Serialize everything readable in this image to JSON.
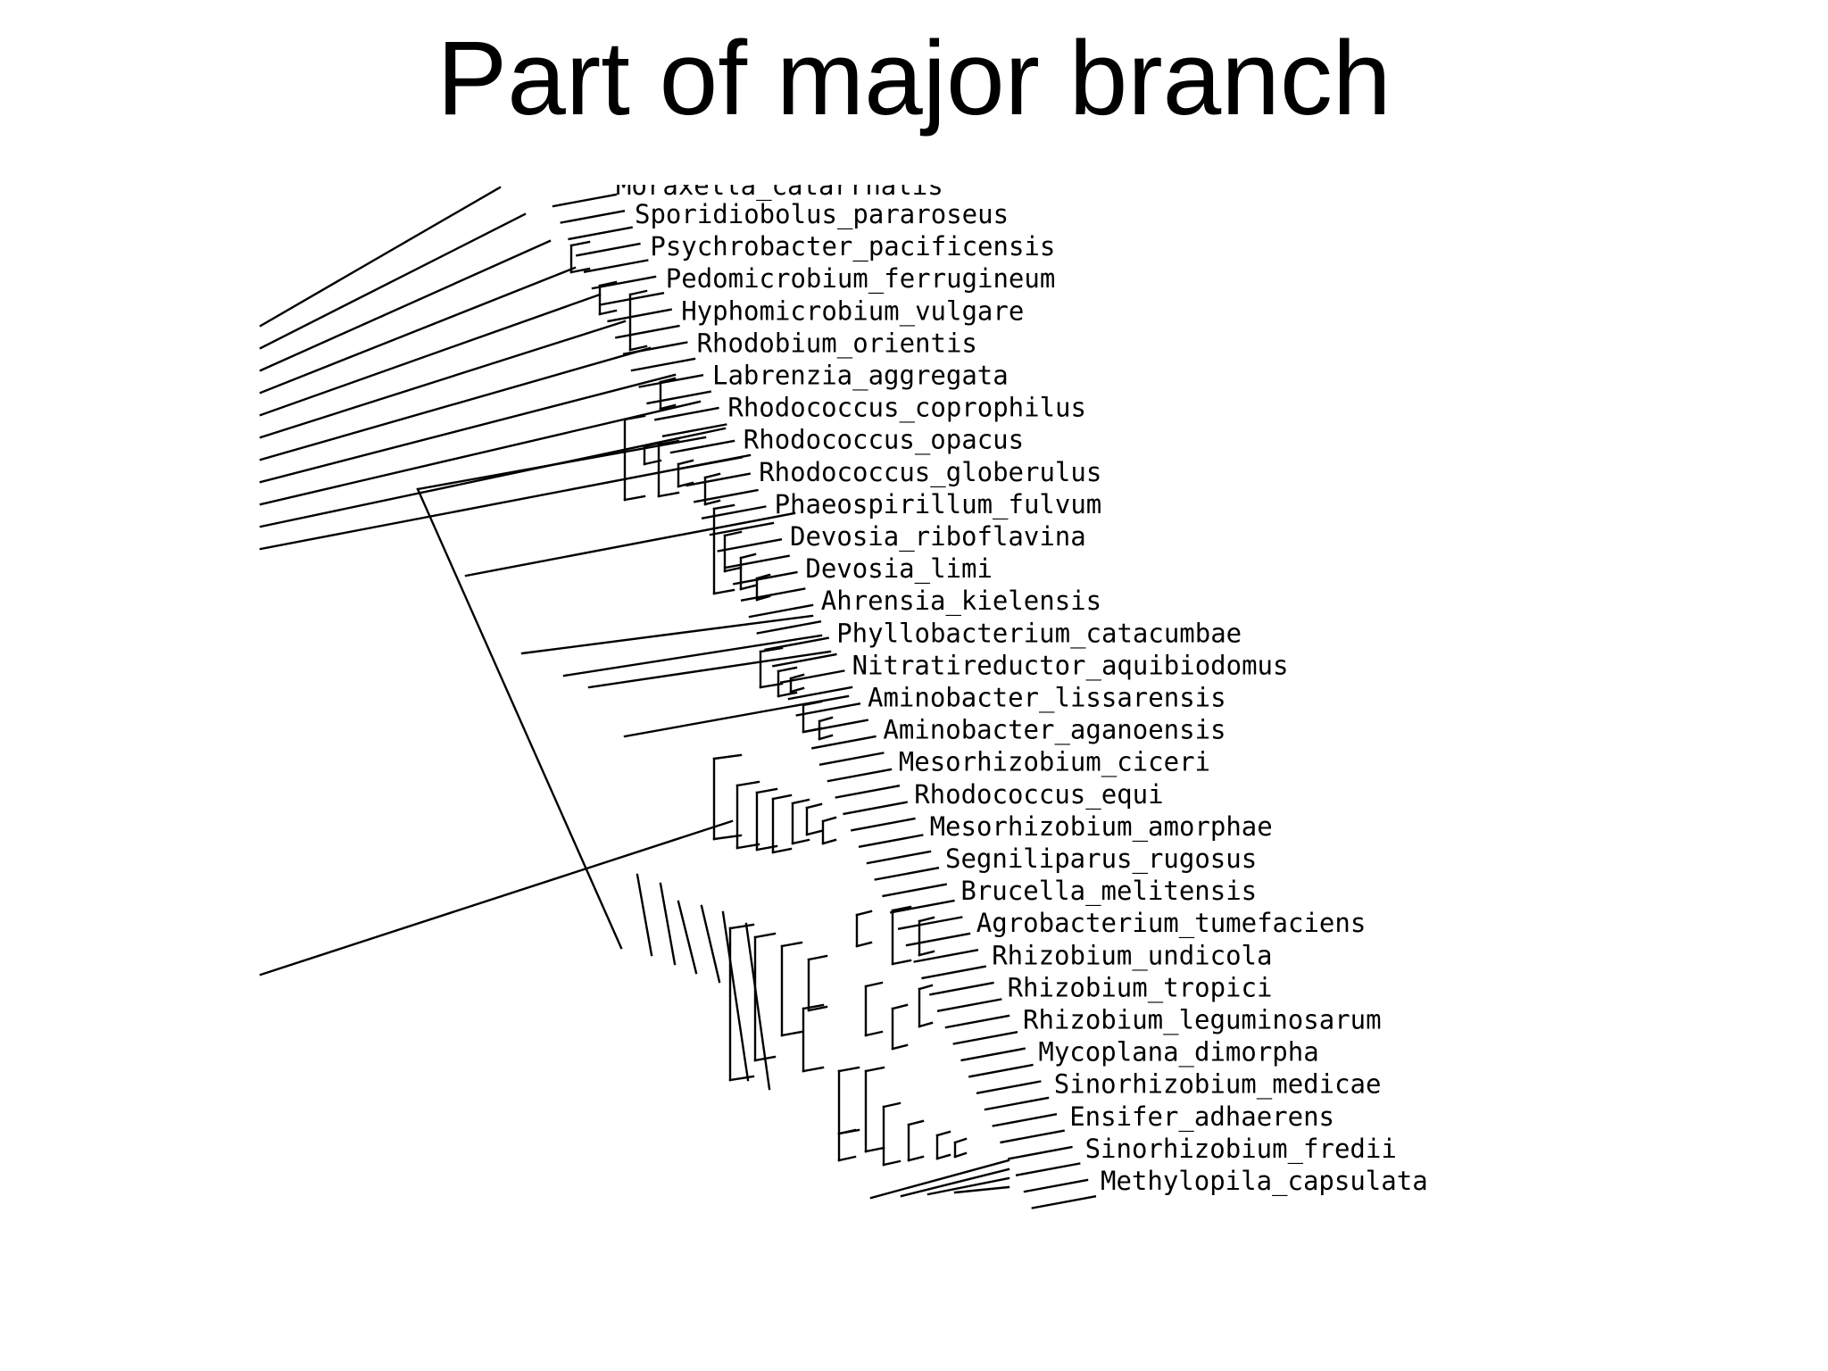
{
  "slide": {
    "title": "Part of major branch"
  },
  "diagram": {
    "type": "phylogenetic-tree",
    "partial_top_label": "Moraxella_catarrhalis",
    "taxa": [
      "Sporidiobolus_pararoseus",
      "Psychrobacter_pacificensis",
      "Pedomicrobium_ferrugineum",
      "Hyphomicrobium_vulgare",
      "Rhodobium_orientis",
      "Labrenzia_aggregata",
      "Rhodococcus_coprophilus",
      "Rhodococcus_opacus",
      "Rhodococcus_globerulus",
      "Phaeospirillum_fulvum",
      "Devosia_riboflavina",
      "Devosia_limi",
      "Ahrensia_kielensis",
      "Phyllobacterium_catacumbae",
      "Nitratireductor_aquibiodomus",
      "Aminobacter_lissarensis",
      "Aminobacter_aganoensis",
      "Mesorhizobium_ciceri",
      "Rhodococcus_equi",
      "Mesorhizobium_amorphae",
      "Segniliparus_rugosus",
      "Brucella_melitensis",
      "Agrobacterium_tumefaciens",
      "Rhizobium_undicola",
      "Rhizobium_tropici",
      "Rhizobium_leguminosarum",
      "Mycoplana_dimorpha",
      "Sinorhizobium_medicae",
      "Ensifer_adhaerens",
      "Sinorhizobium_fredii",
      "Methylopila_capsulata"
    ]
  }
}
